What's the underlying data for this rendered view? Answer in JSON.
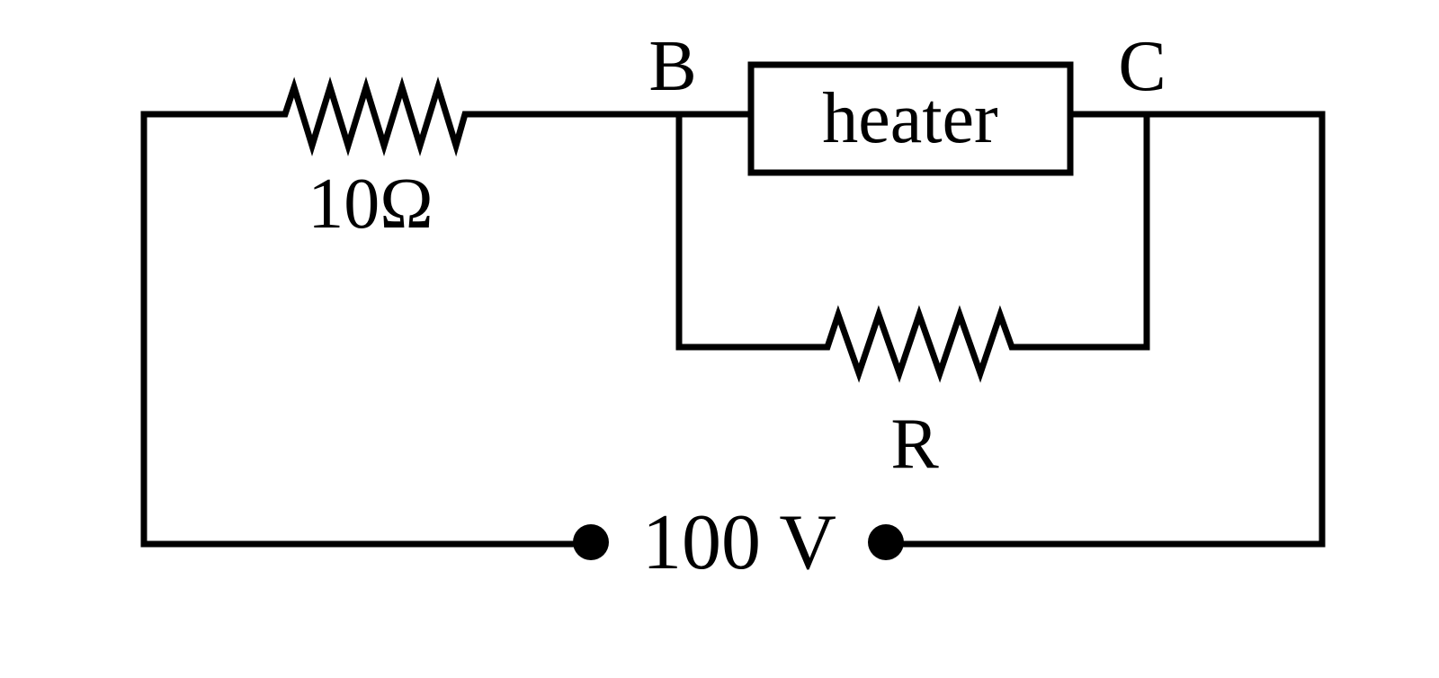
{
  "diagram": {
    "node_b_label": "B",
    "node_c_label": "C",
    "heater_label": "heater",
    "series_resistor_label": "10Ω",
    "parallel_resistor_label": "R",
    "source_label": "100 V",
    "ink_color": "#000000",
    "background_color": "#ffffff"
  }
}
